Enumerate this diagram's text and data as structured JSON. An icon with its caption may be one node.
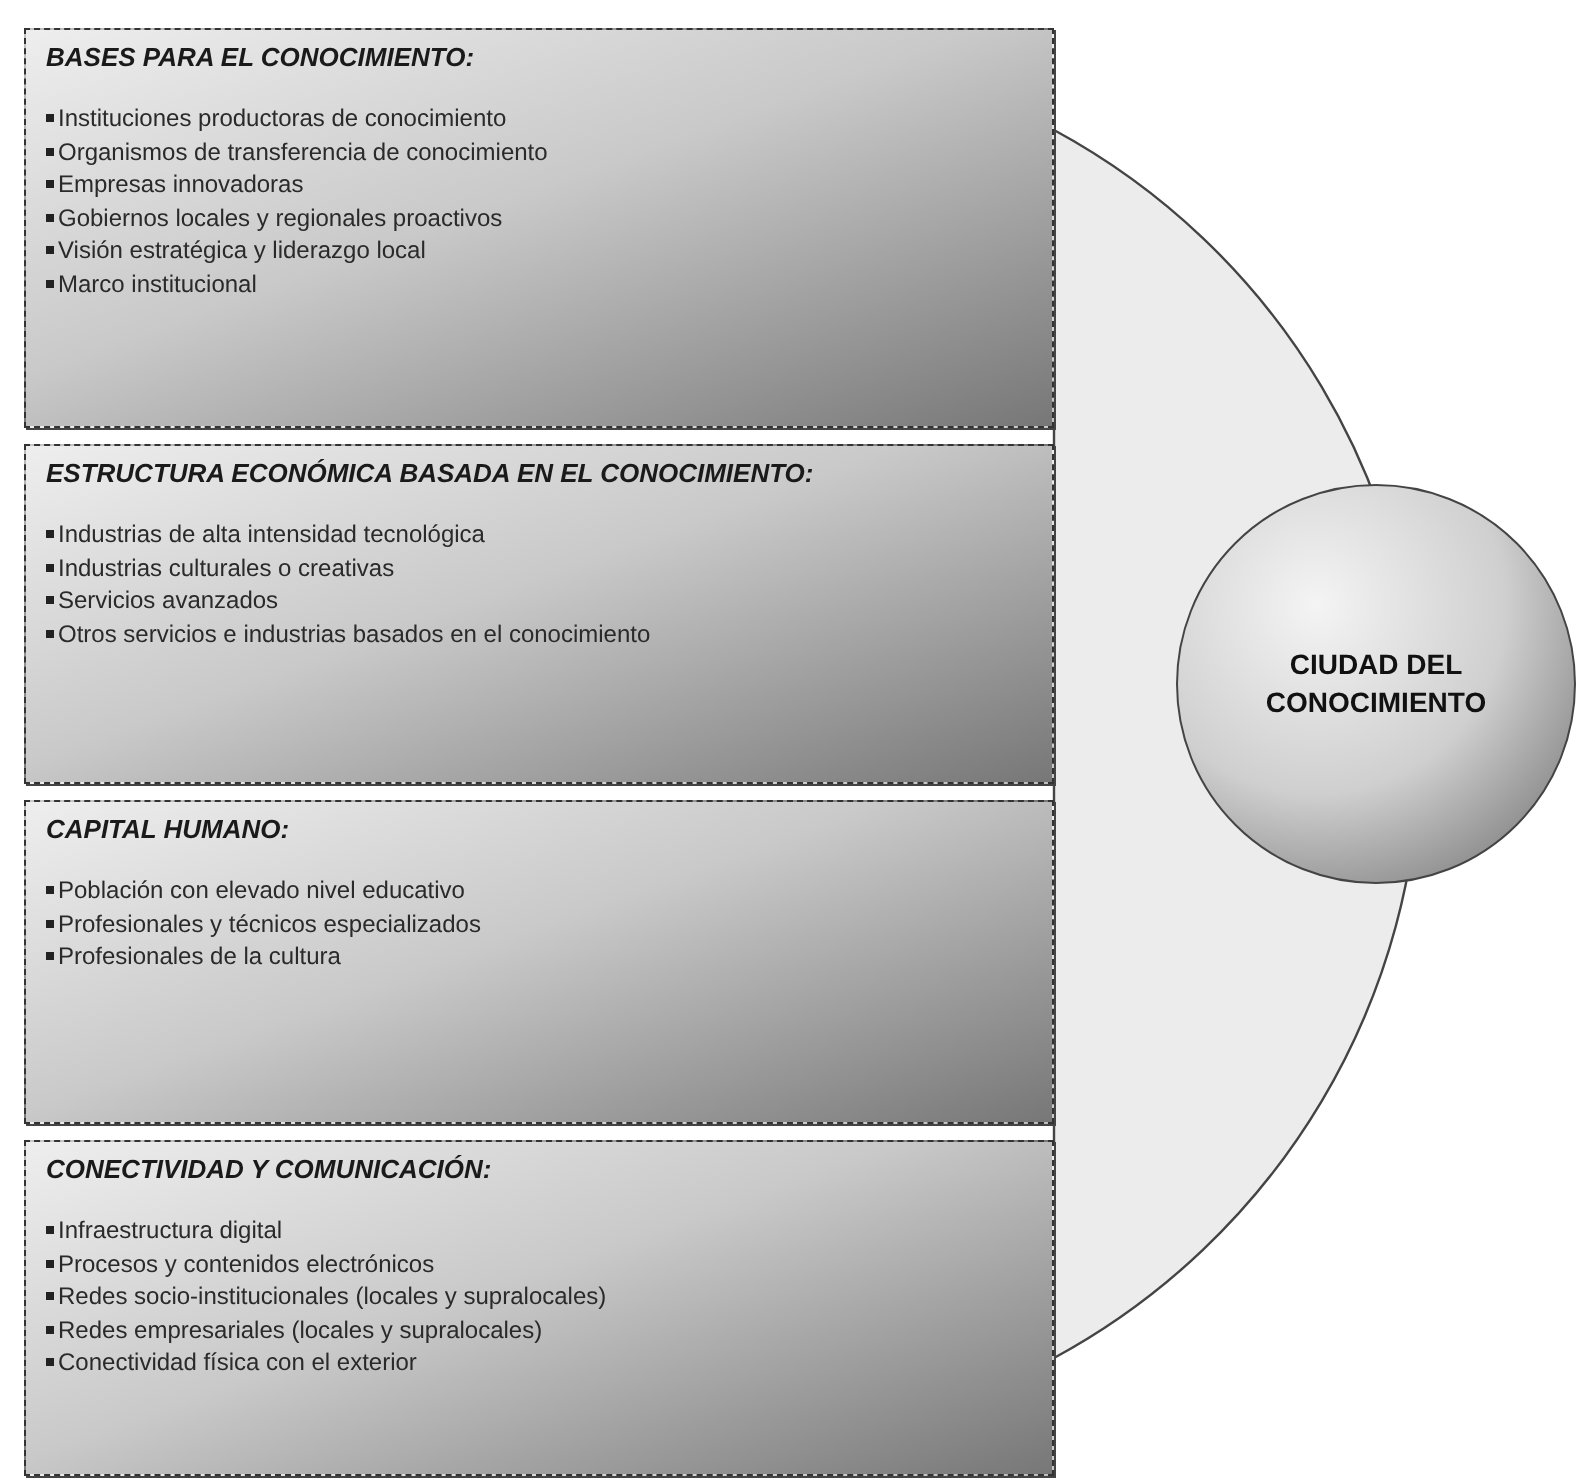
{
  "diagram": {
    "nodes": [
      {
        "text": [
          "BASES PARA EL CONOCIMIENTO:",
          "Instituciones productoras de conocimiento",
          "Organismos de transferencia de conocimiento",
          "Empresas innovadoras",
          "Gobiernos locales y regionales proactivos",
          "Visión estratégica y liderazgo local",
          "Marco institucional"
        ]
      },
      {
        "text": [
          "ESTRUCTURA ECONÓMICA BASADA EN EL CONOCIMIENTO:",
          "Industrias de alta intensidad tecnológica",
          "Industrias culturales o creativas",
          "Servicios avanzados",
          "Otros servicios e industrias basados en el conocimiento"
        ]
      },
      {
        "text": [
          "CAPITAL HUMANO:",
          "Población con elevado nivel educativo",
          "Profesionales y técnicos especializados",
          "Profesionales de la cultura"
        ]
      },
      {
        "text": [
          "CONECTIVIDAD Y COMUNICACIÓN:",
          "Infraestructura digital",
          "Procesos y contenidos electrónicos",
          "Redes socio-institucionales (locales y supralocales)",
          "Redes empresariales (locales y supralocales)",
          "Conectividad física con el exterior"
        ]
      },
      {
        "text": [
          "CIUDAD DEL CONOCIMIENTO"
        ]
      }
    ]
  }
}
